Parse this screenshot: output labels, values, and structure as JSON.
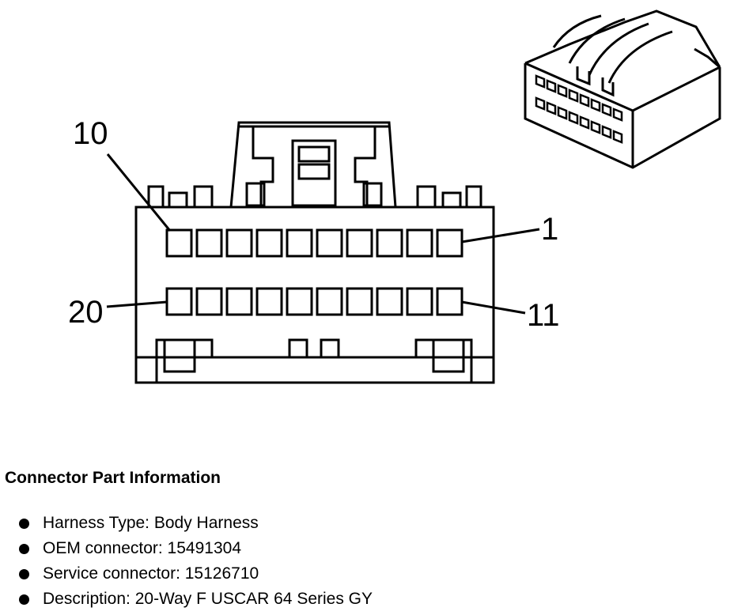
{
  "diagram": {
    "pin_labels": {
      "top_left": "10",
      "top_right": "1",
      "bottom_left": "20",
      "bottom_right": "11"
    }
  },
  "info": {
    "title": "Connector Part Information",
    "items": [
      "Harness Type: Body Harness",
      "OEM connector: 15491304",
      "Service connector: 15126710",
      "Description: 20-Way F USCAR 64 Series GY"
    ]
  }
}
